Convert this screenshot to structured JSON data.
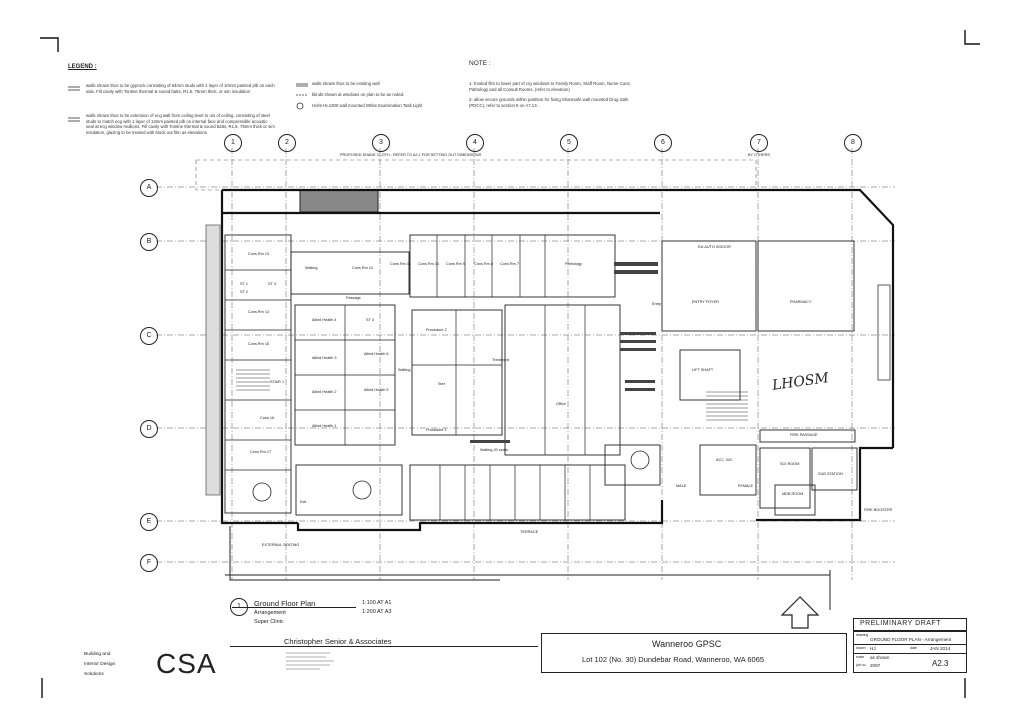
{
  "legend": {
    "title": "LEGEND :",
    "items": [
      "walls shown thus to be gyprock consisting of 64mm studs with 1 layer of 10mm painted plb on each side, Fill cavity with Tontine thermal & sound batts, R1.5, 75mm thick, or sim insulation",
      "walls shown thus to be extension of ecg wall from ceiling level to u/s of ceiling, consisting of steel studs to match ecg with 1 layer of 13mm painted plb on internal face and compressible acoustic seal at ecg window mullions, Fill cavity with Tontine thermal & sound batts, R1.5, 75mm thick or sim insulation, glazing to be treated with block out film as elevations",
      "walls shown thus to be existing wall",
      "blinds shown at windows on plan to be as noted.",
      "Holm HL1300 wall mounted White Examination Task Light"
    ]
  },
  "notes": {
    "title": "NOTE :",
    "items": [
      "1- frosted film to lower part of crg windows to Family Room, Staff Room, Nurse Cons, Pathology and all Consult Rooms. (refer to elevation)",
      "2- allow secure grounds within partition for fixing Sharesafe wall mounted Drug Safe (PDCC), refer to section 5 on A7.13."
    ]
  },
  "grid": {
    "columns": [
      "1",
      "2",
      "3",
      "4",
      "5",
      "6",
      "7",
      "8"
    ],
    "rows": [
      "A",
      "B",
      "C",
      "D",
      "E",
      "F"
    ]
  },
  "plan_labels": {
    "canopy_note": "PROPOSED SHADE CLOTH - REFER TO A2.1 FOR SETTING OUT DIMENSIONS",
    "by_others_top": "BY OTHERS",
    "rooms": [
      "Cons Rm 13",
      "Cons Rm 14",
      "Cons Rm 15",
      "Cons 16",
      "Cons Rm 17",
      "Cons Rm 12",
      "Cons Rm 11",
      "Cons Rm 10",
      "Cons Rm 9",
      "Cons Rm 8",
      "Cons Rm 7",
      "Pathology",
      "Waiting",
      "Passage",
      "Allied Health 4",
      "Allied Health 3",
      "Allied Health 6",
      "Allied Health 2",
      "Allied Health 5",
      "Allied Health 1",
      "Procedure 2",
      "Procedure 1",
      "Treatment",
      "Ster",
      "Waiting",
      "Waiting 20 seats",
      "Office",
      "ENTRY FOYER",
      "PHARMACY",
      "LIFT SHAFT",
      "FIRE PASSAGE",
      "SOI ROOM",
      "SUB STATION",
      "MDB ROOM",
      "ACC. WC",
      "MALE",
      "FEMALE",
      "EXTERNAL SEATING",
      "TERRACE",
      "Entry",
      "Exit",
      "STAIR 1",
      "ST 1",
      "ST 2",
      "ST 3",
      "ST 4"
    ],
    "fire_booster": "FIRE BOOSTER",
    "auto_door": "Ext AUTO S/DOOR",
    "handwriting": "LHOSM"
  },
  "plan_title": {
    "bubble": "1",
    "name": "Ground Floor Plan",
    "sub1": "Arrangement",
    "sub2": "Super Clinic",
    "scale1": "1:100 AT A1",
    "scale2": "1:200 AT A3"
  },
  "stamp": "PRELIMINARY DRAFT",
  "title_block": {
    "firm_name": "Christopher Senior & Associates",
    "firm_logo": "CSA",
    "firm_desc": [
      "Building and",
      "Interior Design",
      "Solutions"
    ],
    "project": "Wanneroo GPSC",
    "address": "Lot 102 (No. 30) Dundebar Road, Wanneroo, WA 6065",
    "drawing_label": "drawing",
    "drawing": "GROUND FLOOR PLAN - Arrangement",
    "drawn_label": "drawn",
    "drawn": "HJ",
    "date_label": "date",
    "date": "JAN 2014",
    "job_label": "job no.",
    "job": "2097",
    "scale_label": "scale",
    "scale": "as shown",
    "sheet": "A2.3"
  }
}
